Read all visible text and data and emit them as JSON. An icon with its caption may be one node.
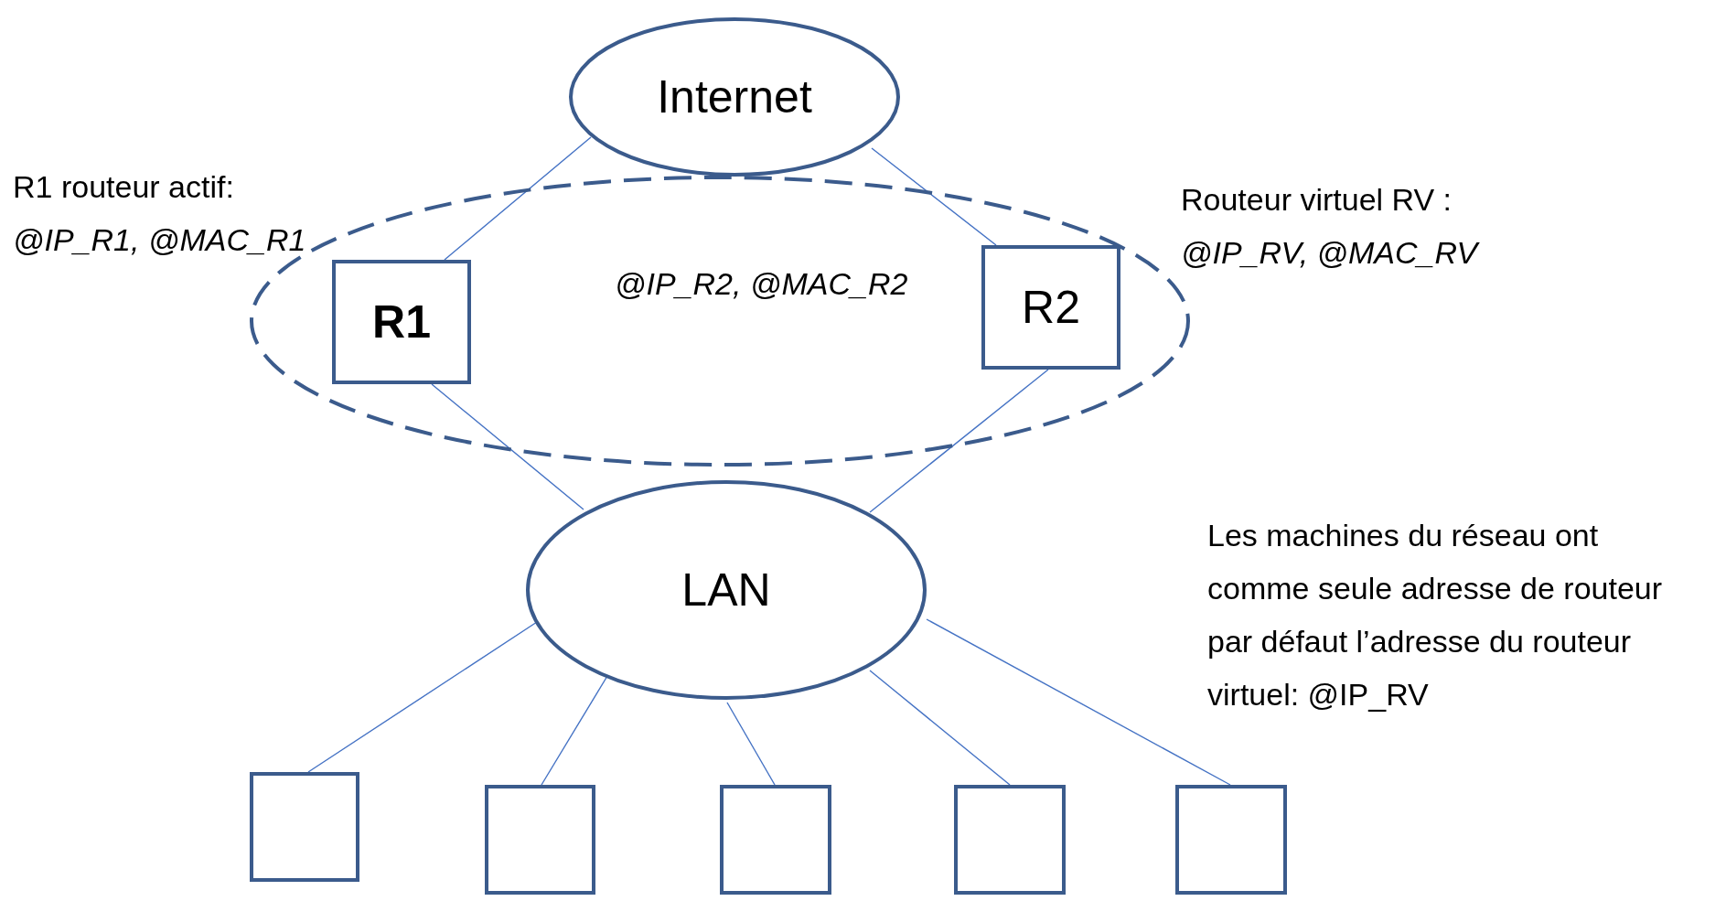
{
  "diagram": {
    "nodes": [
      {
        "text": [
          "Internet"
        ]
      },
      {
        "text": [],
        "shape": "ellipse",
        "beside": [
          "Routeur virtuel RV :",
          "@IP_RV, @MAC_RV"
        ]
      },
      {
        "text": [
          "R1"
        ],
        "in": 1,
        "beside": [
          "R1 routeur actif:",
          "@IP_R1, @MAC_R1"
        ]
      },
      {
        "text": [
          "R2"
        ],
        "in": 1,
        "beside": [
          "@IP_R2, @MAC_R2"
        ]
      },
      {
        "text": [
          "LAN"
        ]
      },
      {
        "text": [],
        "shape": "box"
      },
      {
        "text": [],
        "shape": "box"
      },
      {
        "text": [],
        "shape": "box"
      },
      {
        "text": [],
        "shape": "box"
      },
      {
        "text": [],
        "shape": "box"
      }
    ],
    "edges": [
      {
        "from": 0,
        "to": 2,
        "arrow": "none"
      },
      {
        "from": 0,
        "to": 3,
        "arrow": "none"
      },
      {
        "from": 2,
        "to": 4,
        "arrow": "none"
      },
      {
        "from": 3,
        "to": 4,
        "arrow": "none"
      },
      {
        "from": 4,
        "to": 5,
        "arrow": "none"
      },
      {
        "from": 4,
        "to": 6,
        "arrow": "none"
      },
      {
        "from": 4,
        "to": 7,
        "arrow": "none"
      },
      {
        "from": 4,
        "to": 8,
        "arrow": "none"
      },
      {
        "from": 4,
        "to": 9,
        "arrow": "none"
      }
    ],
    "labels": [
      "Les machines du réseau ont comme seule adresse de routeur par défaut l’adresse du routeur virtuel: @IP_RV"
    ]
  }
}
